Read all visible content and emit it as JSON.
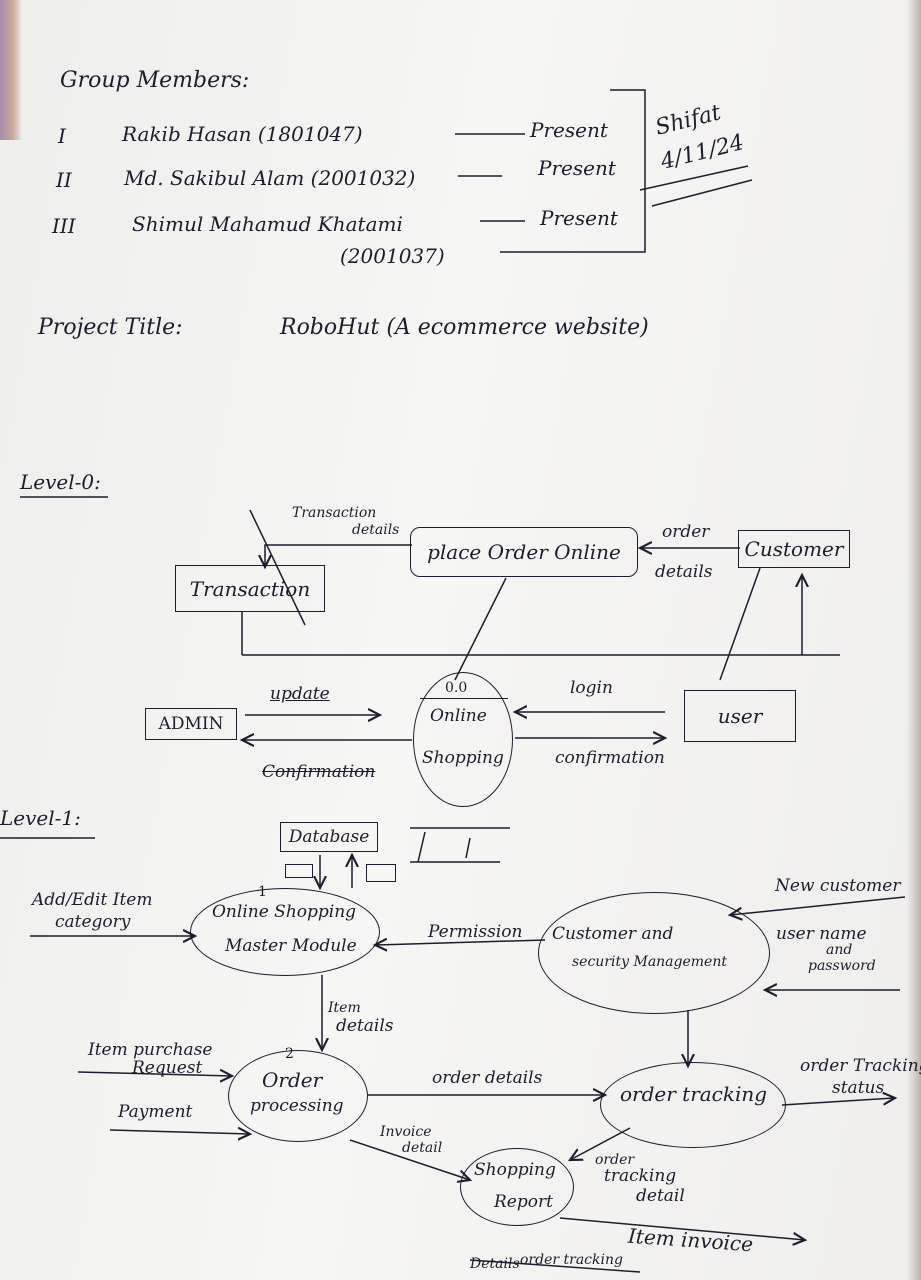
{
  "header": {
    "title": "Group Members:",
    "members": [
      {
        "num": "I",
        "name": "Rakib Hasan (1801047)",
        "status": "Present"
      },
      {
        "num": "II",
        "name": "Md. Sakibul Alam (2001032)",
        "status": "Present"
      },
      {
        "num": "III",
        "name": "Shimul Mahamud Khatami",
        "id": "(2001037)",
        "status": "Present"
      }
    ],
    "signature": "Shifat",
    "date": "4/11/24"
  },
  "project": {
    "label": "Project Title:",
    "value": "RoboHut (A ecommerce website)"
  },
  "level0": {
    "heading": "Level-0:",
    "transaction": "Transaction",
    "transaction_details_1": "Transaction",
    "transaction_details_2": "details",
    "place_order": "place Order Online",
    "order_details_1": "order",
    "order_details_2": "details",
    "customer": "Customer",
    "admin": "ADMIN",
    "update": "update",
    "confirmation_left": "Confirmation",
    "process_num": "0.0",
    "process_1": "Online",
    "process_2": "Shopping",
    "login": "login",
    "confirmation_right": "confirmation",
    "user": "user"
  },
  "level1": {
    "heading": "Level-1:",
    "database": "Database",
    "add_edit_1": "Add/Edit Item",
    "add_edit_2": "category",
    "master_num": "1",
    "master_1": "Online Shopping",
    "master_2": "Master Module",
    "permission": "Permission",
    "csm_1": "Customer and",
    "csm_2": "security Management",
    "new_customer": "New customer",
    "user_name_1": "user name",
    "user_name_2": "and",
    "user_name_3": "password",
    "item_details_1": "Item",
    "item_details_2": "details",
    "purchase_1": "Item purchase",
    "purchase_2": "Request",
    "payment": "Payment",
    "order_proc_num": "2",
    "order_proc_1": "Order",
    "order_proc_2": "processing",
    "order_details": "order details",
    "order_tracking": "order tracking",
    "tracking_status_1": "order Tracking",
    "tracking_status_2": "status",
    "invoice_1": "Invoice",
    "invoice_2": "detail",
    "shopping_report_1": "Shopping",
    "shopping_report_2": "Report",
    "tracking_detail_1": "order",
    "tracking_detail_2": "tracking",
    "tracking_detail_3": "detail",
    "item_invoice": "Item invoice",
    "bottom_1": "Details",
    "bottom_2": "order tracking"
  }
}
